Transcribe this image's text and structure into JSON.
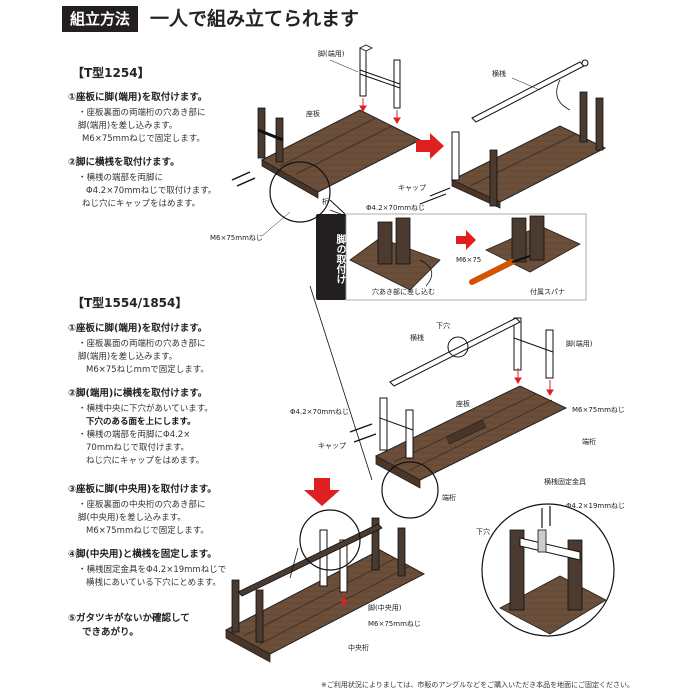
{
  "header": {
    "tag": "組立方法",
    "title": "一人で組み立てられます"
  },
  "section1": {
    "title": "【T型1254】",
    "step1_title": "①座板に脚(端用)を取付けます。",
    "step1_lines": [
      "・座板裏面の両端桁の穴あき部に",
      "脚(端用)を差し込みます。",
      "M6×75mmねじで固定します。"
    ],
    "step2_title": "②脚に横桟を取付けます。",
    "step2_lines": [
      "・横桟の端部を両脚に",
      "Φ4.2×70mmねじで取付けます。",
      "ねじ穴にキャップをはめます。"
    ]
  },
  "section2": {
    "title": "【T型1554/1854】",
    "step1_title": "①座板に脚(端用)を取付けます。",
    "step1_lines": [
      "・座板裏面の両端桁の穴あき部に",
      "脚(端用)を差し込みます。",
      "M6×75ねじmmで固定します。"
    ],
    "step2_title": "②脚(端用)に横桟を取付けます。",
    "step2_lines": [
      "・横桟中央に下穴があいています。",
      "下穴のある面を上にします。",
      "・横桟の端部を両脚にΦ4.2×",
      "70mmねじで取付けます。",
      "ねじ穴にキャップをはめます。"
    ],
    "step3_title": "③座板に脚(中央用)を取付けます。",
    "step3_lines": [
      "・座板裏面の中央桁の穴あき部に",
      "脚(中央用)を差し込みます。",
      "M6×75mmねじで固定します。"
    ],
    "step4_title": "④脚(中央用)と横桟を固定します。",
    "step4_lines": [
      "・横桟固定金具をΦ4.2×19mmねじで",
      "横桟にあいている下穴にとめます。"
    ],
    "step5_title": "⑤ガタツキがないか確認して",
    "step5_title2": "できあがり。"
  },
  "inset_tab": "脚の取付け",
  "labels": {
    "leg_end": "脚(端用)",
    "seat": "座板",
    "yokosan": "横桟",
    "cap": "キャップ",
    "screw_70": "Φ4.2×70mmねじ",
    "keta": "桁",
    "screw_m6": "M6×75mmねじ",
    "hole_insert": "穴あき部に差し込む",
    "m6x75": "M6×75",
    "spanner": "付属スパナ",
    "shitaana": "下穴",
    "leg_end2": "脚(端用)",
    "screw_70b": "Φ4.2×70mmねじ",
    "cap2": "キャップ",
    "seat2": "座板",
    "screw_m6b": "M6×75mmねじ",
    "end_keta": "端桁",
    "end_keta2": "端桁",
    "bracket": "横桟固定金具",
    "screw_19": "Φ4.2×19mmねじ",
    "shitaana2": "下穴",
    "leg_center": "脚(中央用)",
    "screw_m6c": "M6×75mmねじ",
    "center_keta": "中央桁"
  },
  "footnote": "※ご利用状況によりましては、市販のアングルなどをご購入いただき本品を地面にご固定ください。",
  "colors": {
    "wood": "#6b4f3a",
    "wood_dark": "#4a3527",
    "arrow": "#e02020",
    "dark": "#231f20"
  }
}
